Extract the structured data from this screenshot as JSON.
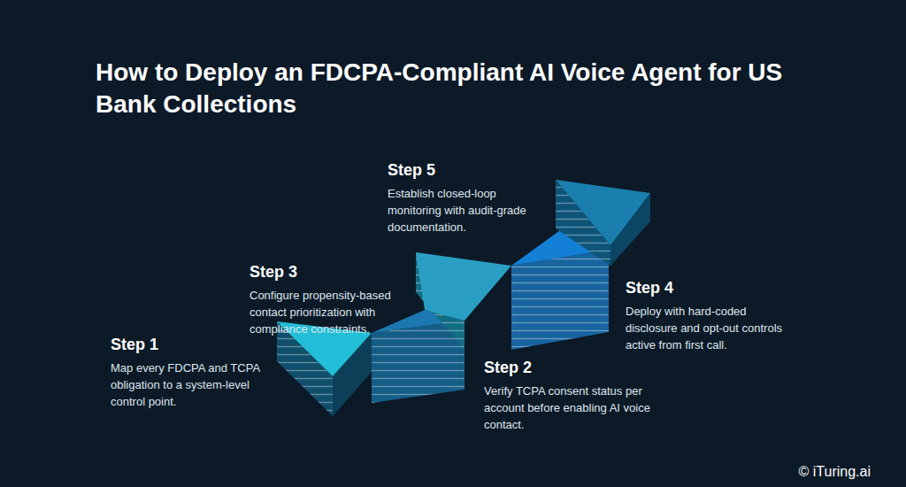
{
  "diagram": {
    "title": "How to Deploy an FDCPA-Compliant AI Voice Agent for US Bank Collections",
    "nodes": [
      {
        "text": [
          "Step 1",
          "Map every FDCPA and TCPA obligation to a system-level control point."
        ]
      },
      {
        "text": [
          "Step 2",
          "Verify TCPA consent status per account before enabling AI voice contact."
        ]
      },
      {
        "text": [
          "Step 3",
          "Configure propensity-based contact prioritization with compliance constraints."
        ]
      },
      {
        "text": [
          "Step 4",
          "Deploy with hard-coded disclosure and opt-out controls active from first call."
        ]
      },
      {
        "text": [
          "Step 5",
          "Establish closed-loop monitoring with audit-grade documentation."
        ]
      }
    ],
    "labels": [
      "© iTuring.ai"
    ]
  }
}
